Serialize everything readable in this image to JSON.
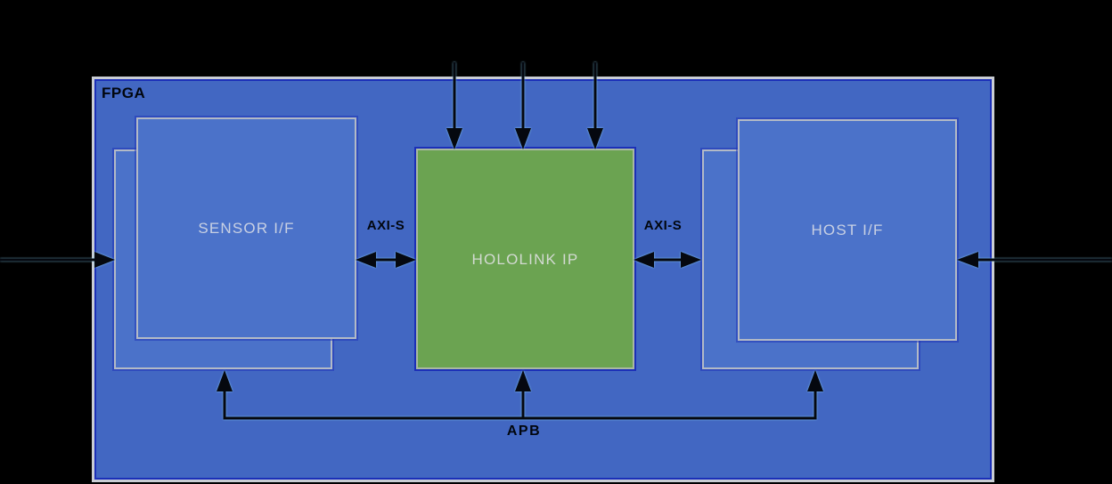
{
  "diagram": {
    "fpga_label": "FPGA",
    "blocks": {
      "sensor": {
        "label": "SENSOR I/F"
      },
      "hololink": {
        "label": "HOLOLINK IP"
      },
      "host": {
        "label": "HOST I/F"
      }
    },
    "bus_labels": {
      "axi_left": "AXI-S",
      "axi_right": "AXI-S",
      "apb": "APB"
    },
    "colors": {
      "background": "#000000",
      "fpga_fill": "#4267c2",
      "block_fill": "#4b72c9",
      "hololink_fill": "#6ba351",
      "fpga_border": "#c9cdd4",
      "block_border": "#b3bac6",
      "navy_accent": "#1b2fb8",
      "arrow": "#05080f",
      "block_label_text": "#c9d1e3",
      "dark_label_text": "#01060e"
    }
  }
}
